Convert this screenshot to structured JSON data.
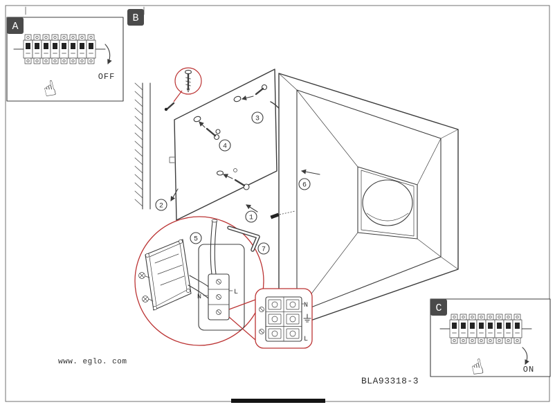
{
  "page": {
    "website": "www. eglo. com",
    "model": "BLA93318-3"
  },
  "panels": {
    "a": {
      "label": "A",
      "state": "OFF",
      "hand_icon": "☝"
    },
    "b": {
      "label": "B"
    },
    "c": {
      "label": "C",
      "state": "ON",
      "hand_icon": "☝"
    }
  },
  "callouts": {
    "c1": "1",
    "c2": "2",
    "c3": "3",
    "c4": "4",
    "c5": "5",
    "c6": "6",
    "c7": "7"
  },
  "wiring_detail": {
    "neutral": "N",
    "live": "L"
  },
  "connector_detail": {
    "neutral": "N",
    "live": "L",
    "ground_icon": "earth-ground"
  },
  "colors": {
    "line": "#3c3c3c",
    "accent_red": "#bb3333",
    "label_bg": "#4a4a4a",
    "paper": "#ffffff"
  }
}
